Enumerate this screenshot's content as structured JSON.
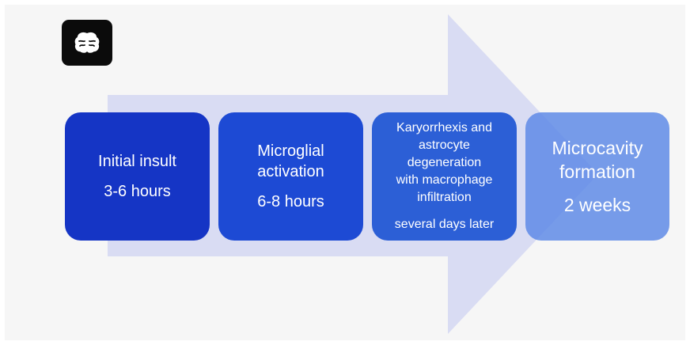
{
  "steps": [
    {
      "title": "Initial insult",
      "time": "3-6 hours"
    },
    {
      "title": "Microglial\nactivation",
      "time": "6-8 hours"
    },
    {
      "title": "Karyorrhexis and\nastrocyte\ndegeneration\nwith macrophage\ninfiltration",
      "time": "several days later"
    },
    {
      "title": "Microcavity\nformation",
      "time": "2 weeks"
    }
  ],
  "icons": {
    "logo": "brain-icon"
  },
  "colors": {
    "arrow": "#d9dcf3",
    "step1": "#1535c5",
    "step2": "#1d4ad4",
    "step3": "#2c5fd6",
    "step4": "#5684e6",
    "logo_bg": "#0b0b0b"
  }
}
